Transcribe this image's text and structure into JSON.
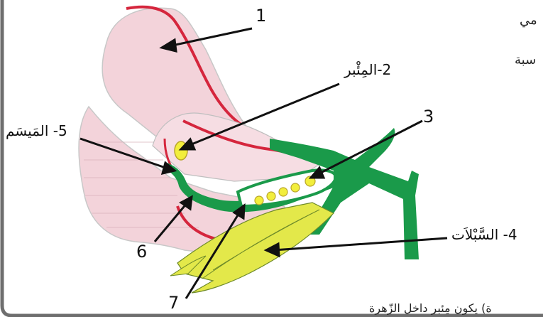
{
  "labels": {
    "l1": "1",
    "l2": "2-المِئْبر",
    "l3": "3",
    "l4": "4- السَّبْلاَت",
    "l5": "5- المَيسَم",
    "l6": "6",
    "l7": "7"
  },
  "edge_text": {
    "top": "مي",
    "middle": "سبة",
    "bottom": "ة) يكون مِئبر داخل الزّهرة"
  },
  "colors": {
    "petal_fill": "#f3d3da",
    "petal_outline": "#d5263d",
    "stem_green": "#1a9a4a",
    "anther_yellow": "#f2ee3c",
    "sepal_yellow": "#e3e84a",
    "frame_gray": "#6e6e6e",
    "arrow": "#111111"
  }
}
